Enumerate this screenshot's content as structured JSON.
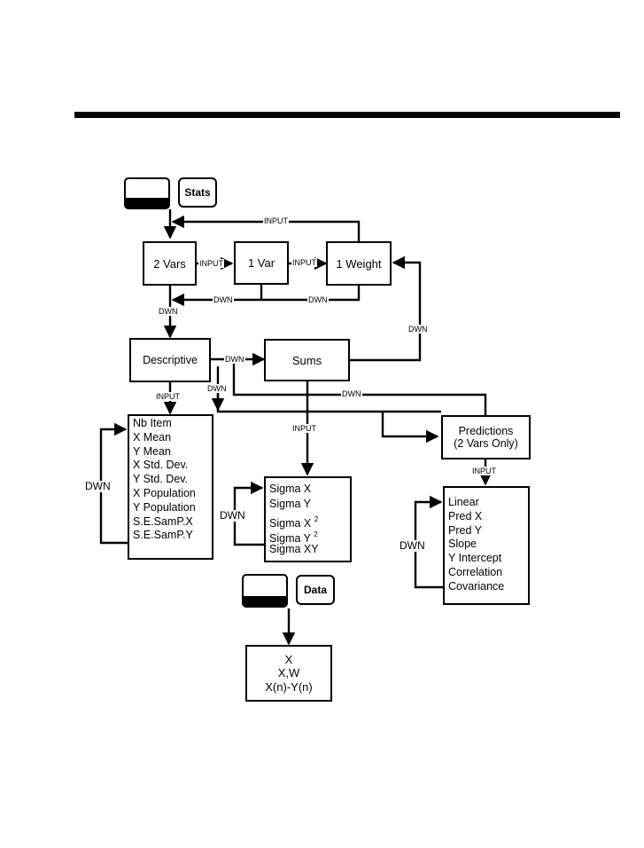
{
  "keys": {
    "stats_label": "Stats",
    "data_label": "Data"
  },
  "boxes": {
    "two_vars": "2 Vars",
    "one_var": "1 Var",
    "one_weight": "1 Weight",
    "descriptive": "Descriptive",
    "sums": "Sums",
    "predictions_line1": "Predictions",
    "predictions_line2": "(2 Vars Only)"
  },
  "lists": {
    "descriptive_items": [
      "Nb Item",
      "X Mean",
      "Y Mean",
      "X Std. Dev.",
      "Y Std. Dev.",
      "X Population",
      "Y Population",
      "S.E.SamP.X",
      "S.E.SamP.Y"
    ],
    "sums_items": [
      "Sigma X",
      "Sigma Y",
      "Sigma X",
      "Sigma Y",
      "Sigma XY"
    ],
    "sums_superscript": "2",
    "predictions_items": [
      "Linear",
      "Pred X",
      "Pred Y",
      "Slope",
      "Y Intercept",
      "Correlation",
      "Covariance"
    ],
    "data_items": [
      "X",
      "X,W",
      "X(n)-Y(n)"
    ]
  },
  "arrow_labels": {
    "input": "INPUT",
    "dwn": "DWN"
  }
}
